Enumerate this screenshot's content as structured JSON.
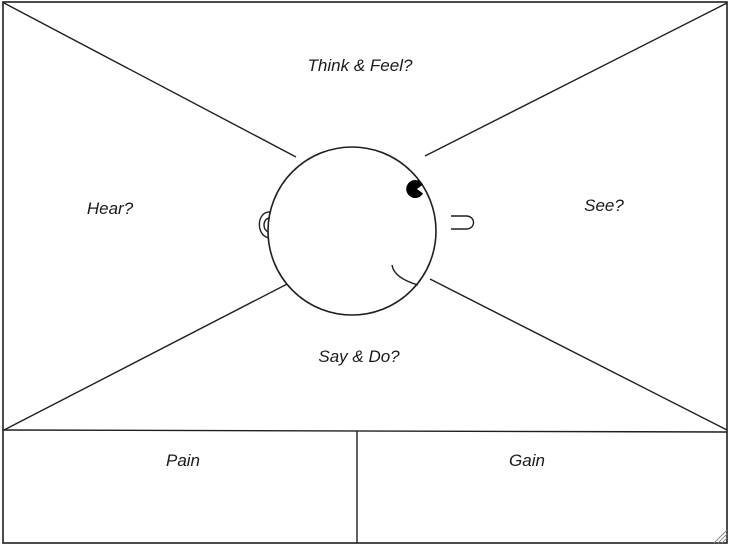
{
  "diagram": {
    "sections": {
      "think_feel": "Think & Feel?",
      "hear": "Hear?",
      "see": "See?",
      "say_do": "Say & Do?",
      "pain": "Pain",
      "gain": "Gain"
    },
    "icons": {
      "head": "head-icon",
      "eye": "eye-icon",
      "ear": "ear-icon",
      "nose": "nose-icon",
      "mouth": "mouth-icon",
      "resize_grip": "resize-grip-icon"
    }
  }
}
